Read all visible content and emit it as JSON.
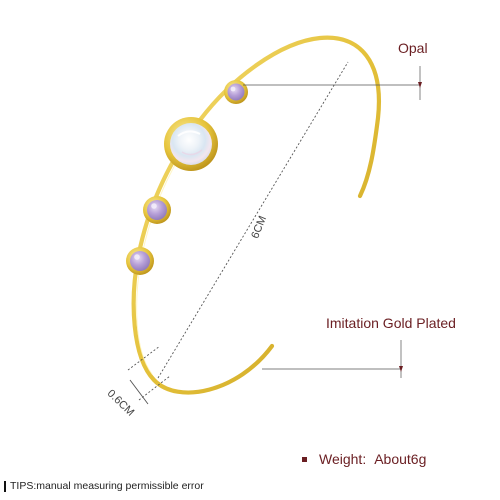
{
  "labels": {
    "opal": "Opal",
    "gold": "Imitation Gold Plated",
    "length_dim": "6CM",
    "width_dim": "0.6CM"
  },
  "weight": {
    "label": "Weight:",
    "value": "About6g"
  },
  "tips": "TIPS:manual measuring permissible error",
  "colors": {
    "gold": "#e7c53a",
    "gold_dark": "#c9a120",
    "opal_main": "#eaf2f6",
    "stone_purple": "#b39ad3",
    "label_text": "#6a1e22",
    "dimension_line": "#555555"
  }
}
